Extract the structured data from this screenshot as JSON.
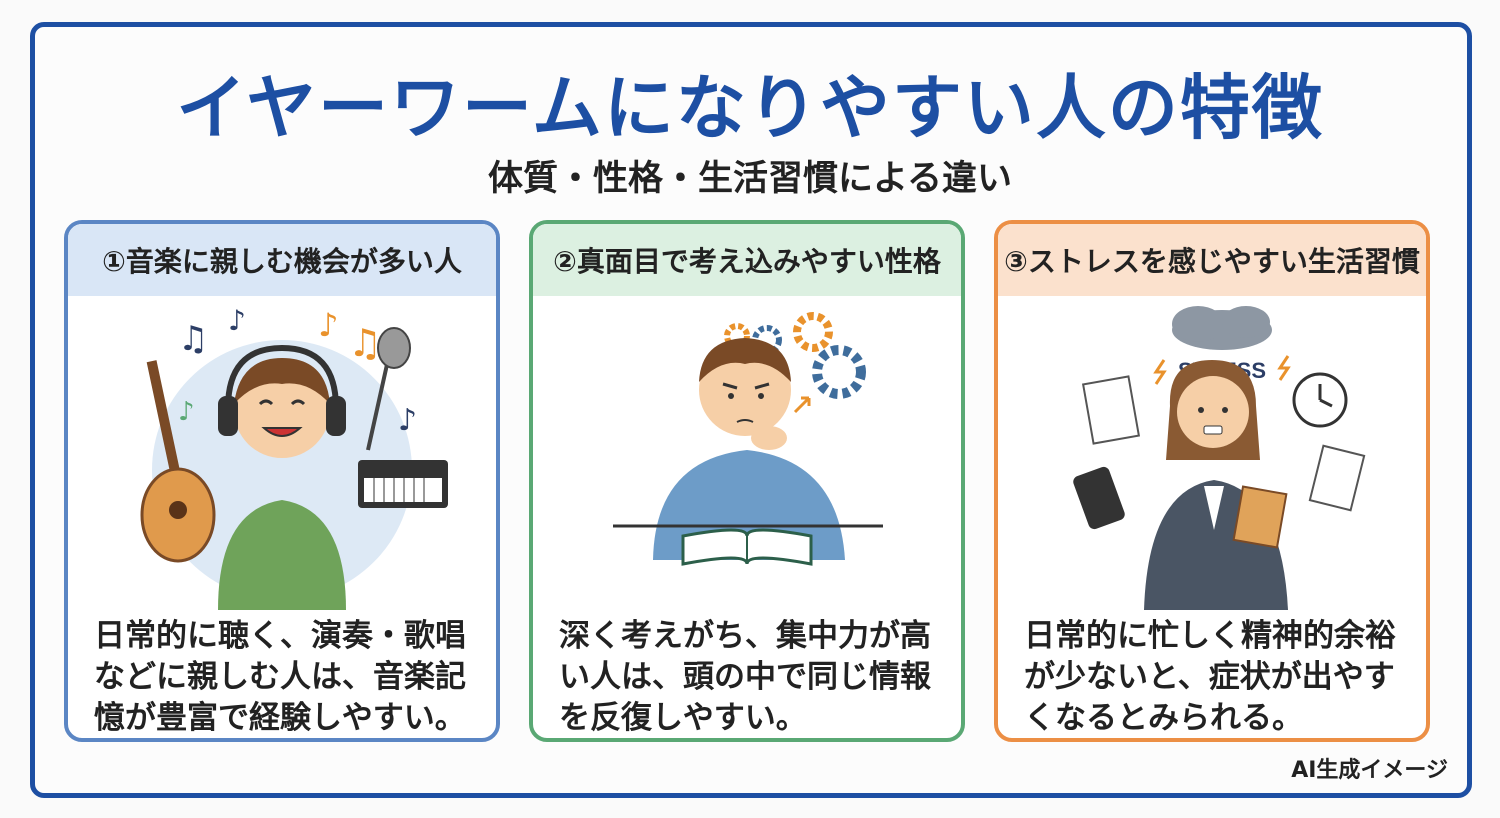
{
  "title": "イヤーワームになりやすい人の特徴",
  "subtitle": "体質・性格・生活習慣による違い",
  "cards": [
    {
      "heading": "①音楽に親しむ機会が多い人",
      "lines": [
        "日常的に聴く、演奏・歌唱",
        "などに親しむ人は、音楽記",
        "憶が豊富で経験しやすい。"
      ],
      "illustration": "person-with-headphones-and-instruments"
    },
    {
      "heading": "②真面目で考え込みやすい性格",
      "lines": [
        "深く考えがち、集中力が高",
        "い人は、頭の中で同じ情報",
        "を反復しやすい。"
      ],
      "illustration": "thinking-man-with-gears"
    },
    {
      "heading": "③ストレスを感じやすい生活習慣",
      "lines": [
        "日常的に忙しく精神的余裕",
        "が少ないと、症状が出やす",
        "くなるとみられる。"
      ],
      "illustration": "stressed-woman-multitasking",
      "stress_label": "STRESS"
    }
  ],
  "credit": "AI生成イメージ",
  "colors": {
    "frame": "#1d4fa3",
    "card1": "#5b86c4",
    "card2": "#5aa874",
    "card3": "#ec8f45"
  }
}
